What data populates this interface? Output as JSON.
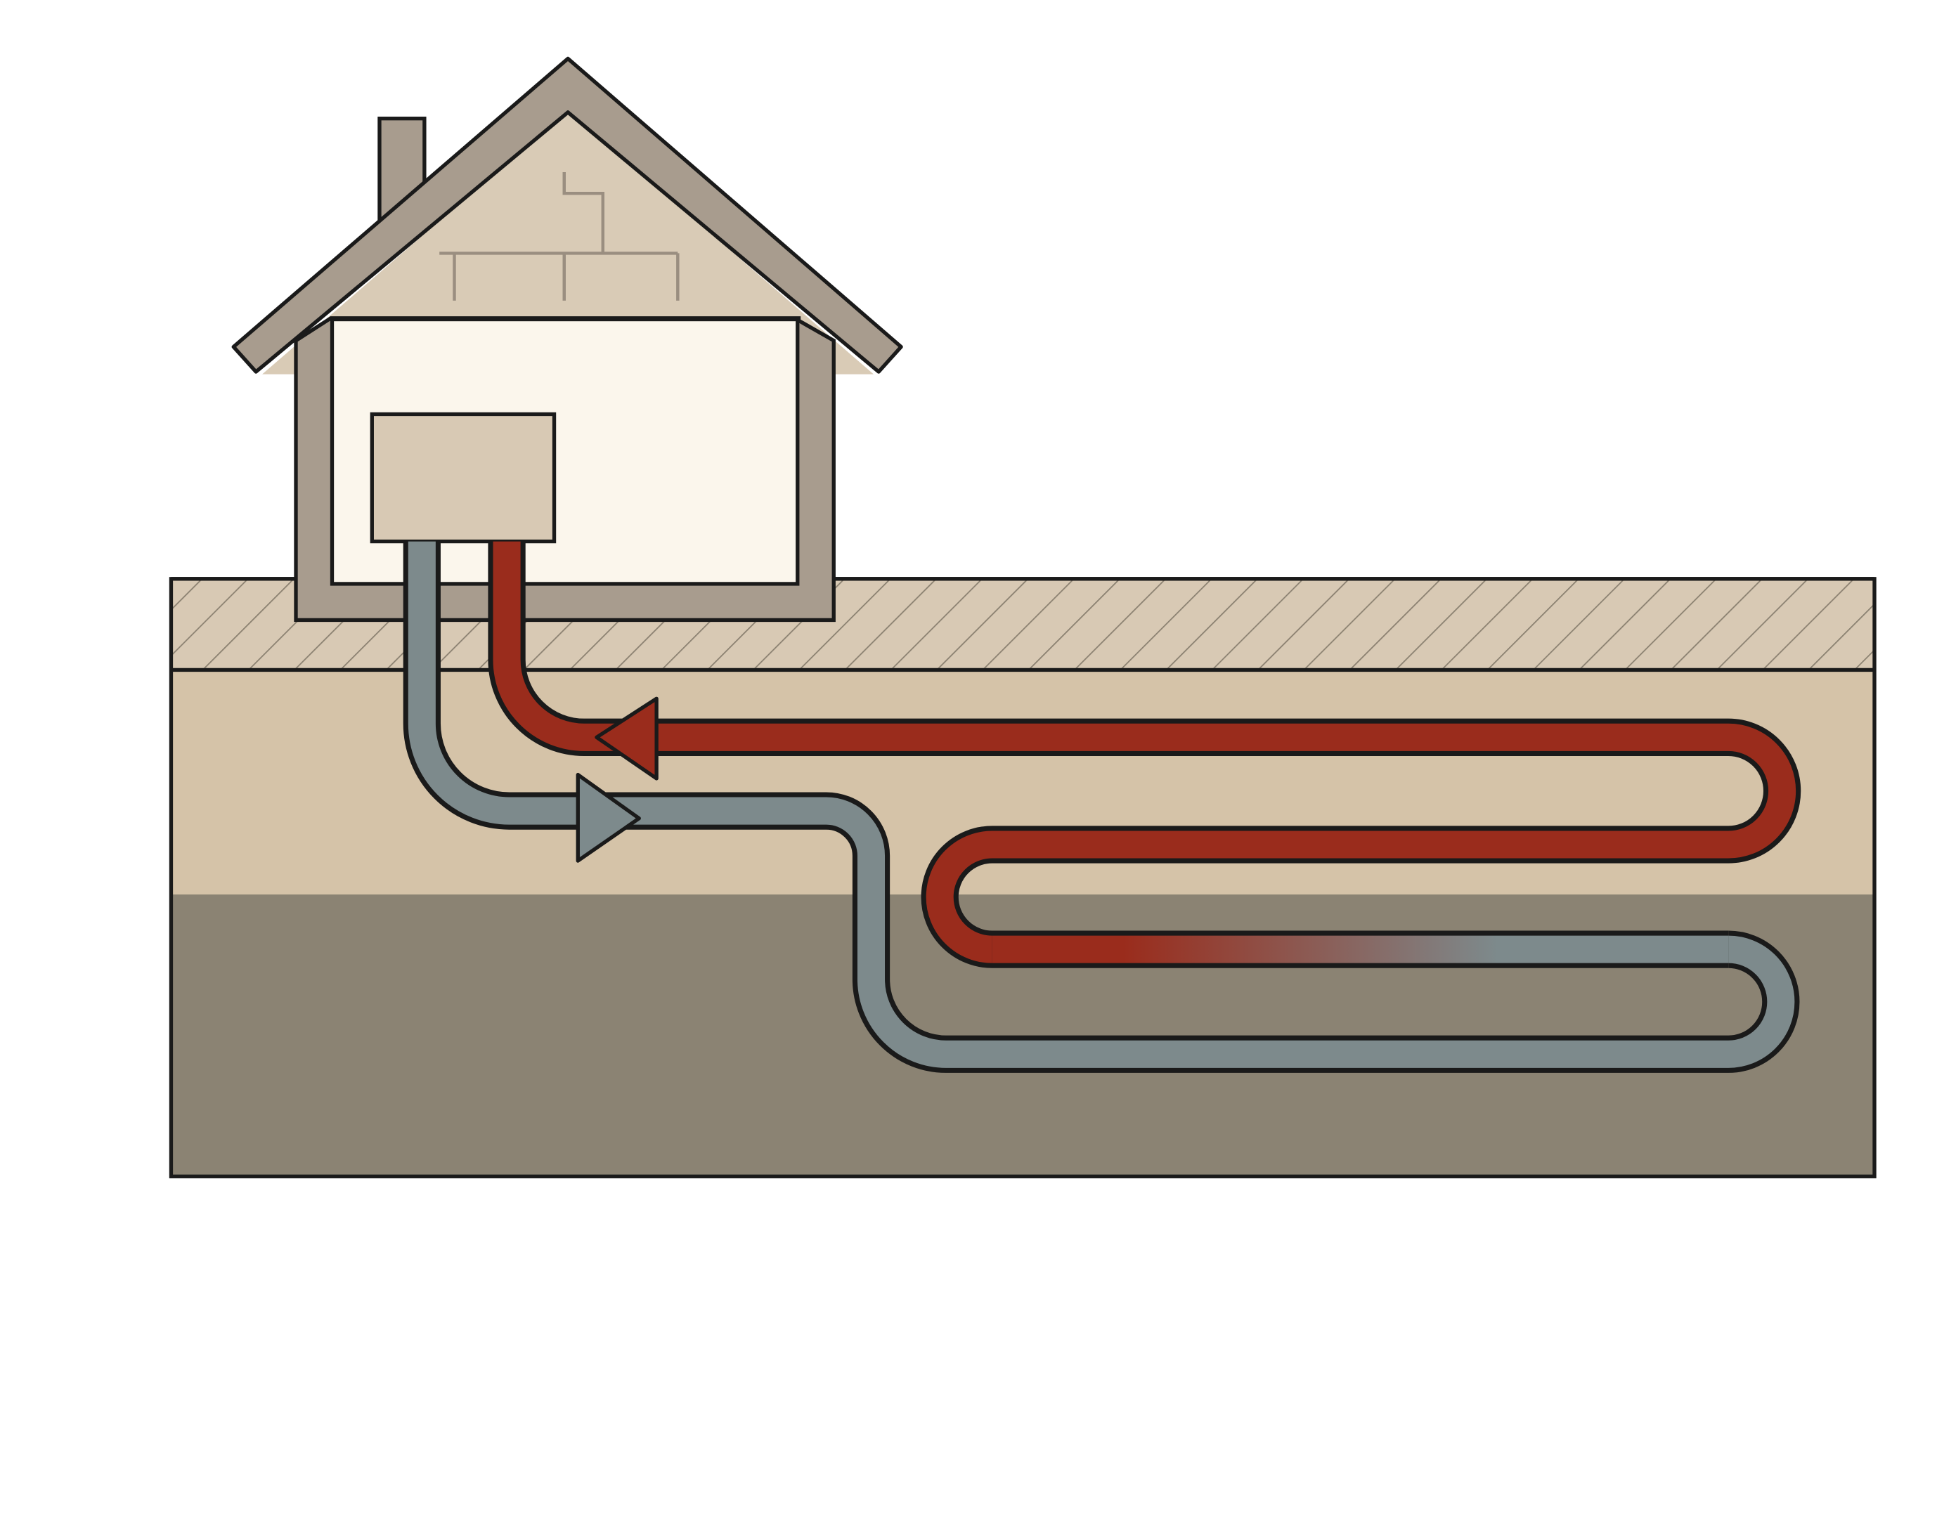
{
  "diagram": {
    "kind": "ground-source heat pump horizontal loop",
    "colors": {
      "background": "#ffffff",
      "outline": "#1a1a1a",
      "house_frame": "#a89c8e",
      "house_gable": "#d9cbb6",
      "house_gable_lines": "#9a8e80",
      "house_interior": "#fbf6ec",
      "heat_pump_unit": "#d8c9b4",
      "surface_strip": "#d8c9b4",
      "surface_hatch": "#8a8070",
      "soil_upper": "#d5c3a8",
      "soil_lower": "#8b8373",
      "warm_pipe": "#9a2c1c",
      "cool_pipe": "#7d8a8c"
    },
    "flow": [
      {
        "id": "supply",
        "icon": "arrow-right-icon",
        "color_key": "cool_pipe"
      },
      {
        "id": "return",
        "icon": "arrow-left-icon",
        "color_key": "warm_pipe"
      }
    ]
  }
}
